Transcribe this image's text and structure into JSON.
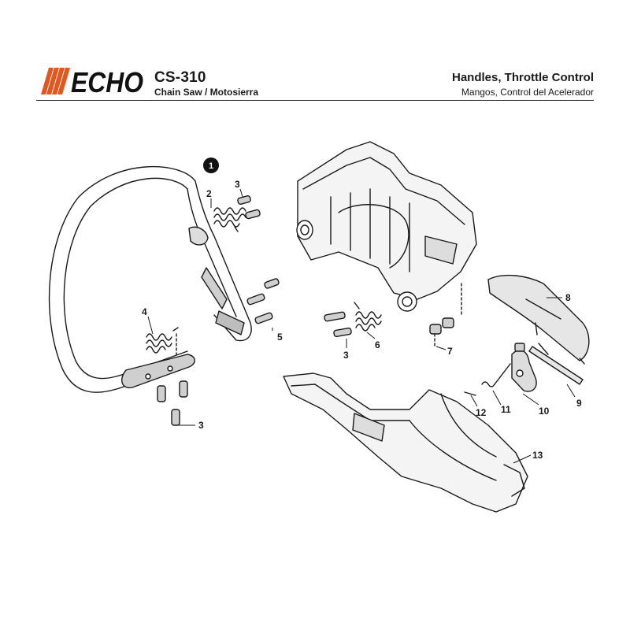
{
  "header": {
    "brand": "ECHO",
    "model": "CS-310",
    "subtitle": "Chain Saw / Motosierra",
    "section_title": "Handles, Throttle Control",
    "section_subtitle": "Mangos, Control del Acelerador"
  },
  "parts": {
    "p1": "1",
    "p2": "2",
    "p3a": "3",
    "p3b": "3",
    "p3c": "3",
    "p4": "4",
    "p5": "5",
    "p6": "6",
    "p7": "7",
    "p8": "8",
    "p9": "9",
    "p10": "10",
    "p11": "11",
    "p12": "12",
    "p13": "13"
  }
}
